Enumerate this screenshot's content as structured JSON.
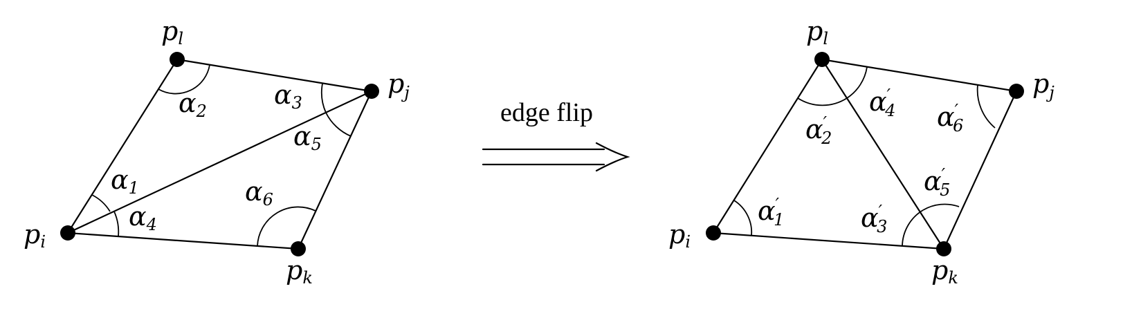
{
  "left_diagram": {
    "vertices": {
      "pi": "p",
      "pi_sub": "i",
      "pj": "p",
      "pj_sub": "j",
      "pk": "p",
      "pk_sub": "k",
      "pl": "p",
      "pl_sub": "l"
    },
    "angles": {
      "a1": "α",
      "a1_sub": "1",
      "a2": "α",
      "a2_sub": "2",
      "a3": "α",
      "a3_sub": "3",
      "a4": "α",
      "a4_sub": "4",
      "a5": "α",
      "a5_sub": "5",
      "a6": "α",
      "a6_sub": "6"
    }
  },
  "middle": {
    "caption": "edge flip"
  },
  "right_diagram": {
    "vertices": {
      "pi": "p",
      "pi_sub": "i",
      "pj": "p",
      "pj_sub": "j",
      "pk": "p",
      "pk_sub": "k",
      "pl": "p",
      "pl_sub": "l"
    },
    "prime": "′",
    "angles": {
      "a1": "α",
      "a1_sub": "1",
      "a2": "α",
      "a2_sub": "2",
      "a3": "α",
      "a3_sub": "3",
      "a4": "α",
      "a4_sub": "4",
      "a5": "α",
      "a5_sub": "5",
      "a6": "α",
      "a6_sub": "6"
    }
  }
}
